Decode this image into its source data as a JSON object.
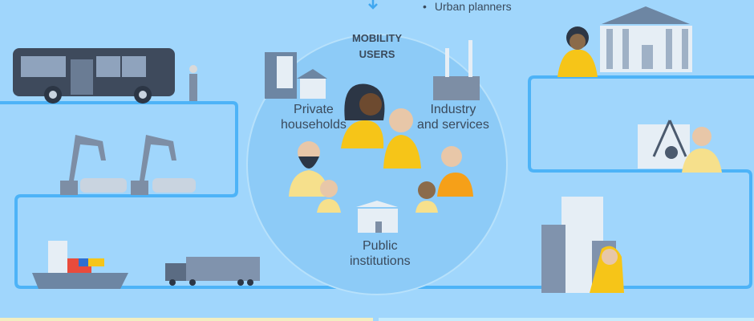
{
  "header": {
    "bullet_item": "Urban planners",
    "arrow_icon": "arrow-down-icon"
  },
  "circle": {
    "title_line1": "MOBILITY",
    "title_line2": "USERS",
    "groups": [
      {
        "line1": "Private",
        "line2": "households"
      },
      {
        "line1": "Industry",
        "line2": "and services"
      },
      {
        "line1": "Public",
        "line2": "institutions"
      }
    ]
  },
  "colors": {
    "background": "#a0d6fc",
    "path": "#4db3f7",
    "circle": "#8dcbf7",
    "accent_yellow": "#f6c518",
    "vehicle": "#4b5a6e"
  }
}
